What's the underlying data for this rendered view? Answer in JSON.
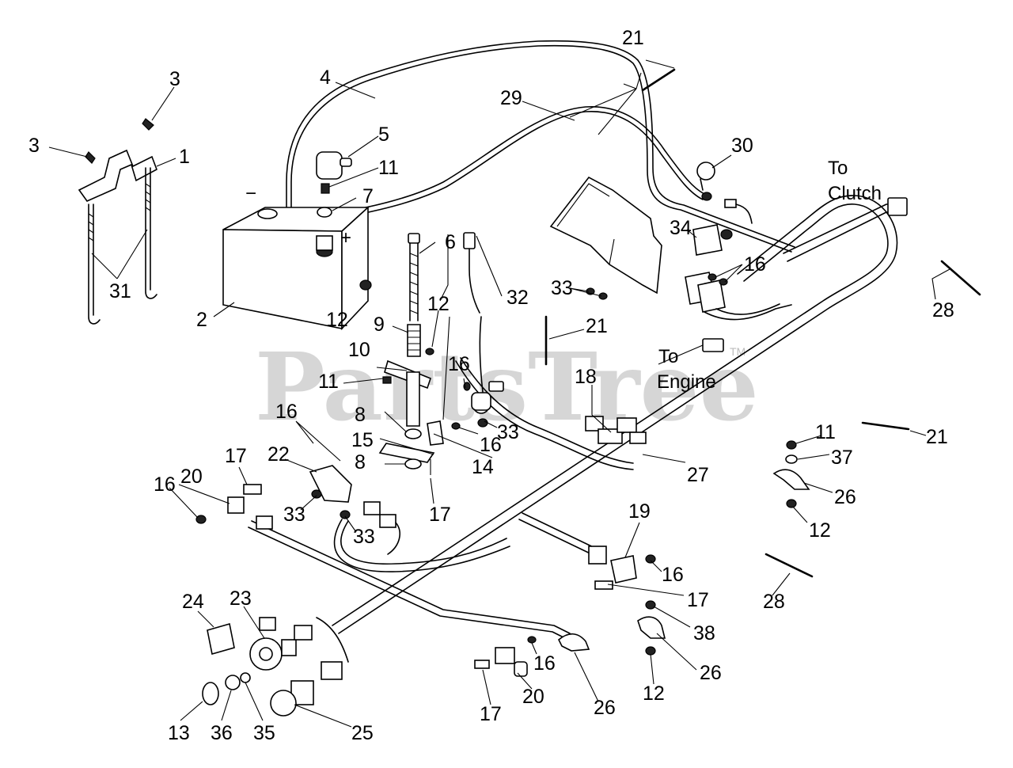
{
  "watermark": {
    "text": "PartsTree",
    "trademark": "TM"
  },
  "polarity": {
    "negative": "−",
    "positive": "+"
  },
  "destinations": {
    "clutch_line1": "To",
    "clutch_line2": "Clutch",
    "engine_line1": "To",
    "engine_line2": "Engine"
  },
  "callouts": {
    "c1": "1",
    "c2": "2",
    "c3a": "3",
    "c3b": "3",
    "c4": "4",
    "c5": "5",
    "c6": "6",
    "c7": "7",
    "c8a": "8",
    "c8b": "8",
    "c9": "9",
    "c10": "10",
    "c11a": "11",
    "c11b": "11",
    "c11c": "11",
    "c12a": "12",
    "c12b": "12",
    "c12c": "12",
    "c12d": "12",
    "c13": "13",
    "c14": "14",
    "c15": "15",
    "c16a": "16",
    "c16b": "16",
    "c16c": "16",
    "c16d": "16",
    "c16e": "16",
    "c16f": "16",
    "c16g": "16",
    "c17a": "17",
    "c17b": "17",
    "c17c": "17",
    "c17d": "17",
    "c18": "18",
    "c19": "19",
    "c20a": "20",
    "c20b": "20",
    "c21a": "21",
    "c21b": "21",
    "c21c": "21",
    "c22": "22",
    "c23": "23",
    "c24": "24",
    "c25": "25",
    "c26a": "26",
    "c26b": "26",
    "c26c": "26",
    "c27": "27",
    "c28a": "28",
    "c28b": "28",
    "c29": "29",
    "c30": "30",
    "c31": "31",
    "c32": "32",
    "c33a": "33",
    "c33b": "33",
    "c33c": "33",
    "c33d": "33",
    "c34": "34",
    "c35": "35",
    "c36": "36",
    "c37": "37",
    "c38": "38"
  }
}
